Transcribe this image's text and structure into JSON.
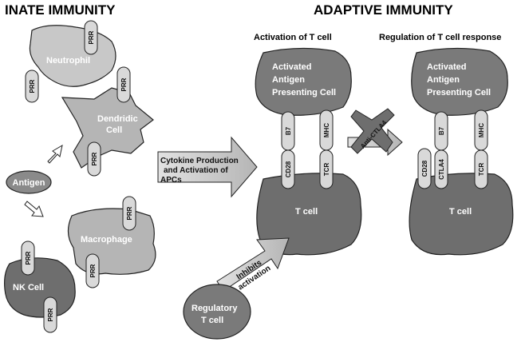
{
  "sections": {
    "innate_title": "INATE IMMUNITY",
    "adaptive_title": "ADAPTIVE IMMUNITY",
    "activation_title": "Activation of T cell",
    "regulation_title": "Regulation of  T cell response"
  },
  "cells": {
    "neutrophil": "Neutrophil",
    "dendritic_line1": "Dendridic",
    "dendritic_line2": "Cell",
    "antigen": "Antigen",
    "macrophage": "Macrophage",
    "nk_cell": "NK Cell",
    "apc1_line1": "Activated",
    "apc1_line2": "Antigen",
    "apc1_line3": "Presenting Cell",
    "apc2_line1": "Activated",
    "apc2_line2": "Antigen",
    "apc2_line3": "Presenting Cell",
    "tcell1": "T cell",
    "tcell2": "T cell",
    "treg_line1": "Regulatory",
    "treg_line2": "T cell"
  },
  "receptors": {
    "prr": "PRR",
    "b7": "B7",
    "cd28": "CD28",
    "mhc": "MHC",
    "tcr": "TCR",
    "ctla4": "CTLA4"
  },
  "arrows": {
    "cytokine_line1": "Cytokine Production",
    "cytokine_line2": "and Activation of",
    "cytokine_line3": "APCs",
    "inhibits_line1": "Inhibits",
    "inhibits_line2": "activation",
    "anti_ctla4": "Anti-CTLA4"
  },
  "colors": {
    "light_cell": "#c8c8c8",
    "medium_cell": "#a9a9a9",
    "dark_cell": "#6e6e6e",
    "receptor": "#d9d9d9",
    "arrow_fill": "#d0d0d0",
    "outline": "#222222"
  }
}
